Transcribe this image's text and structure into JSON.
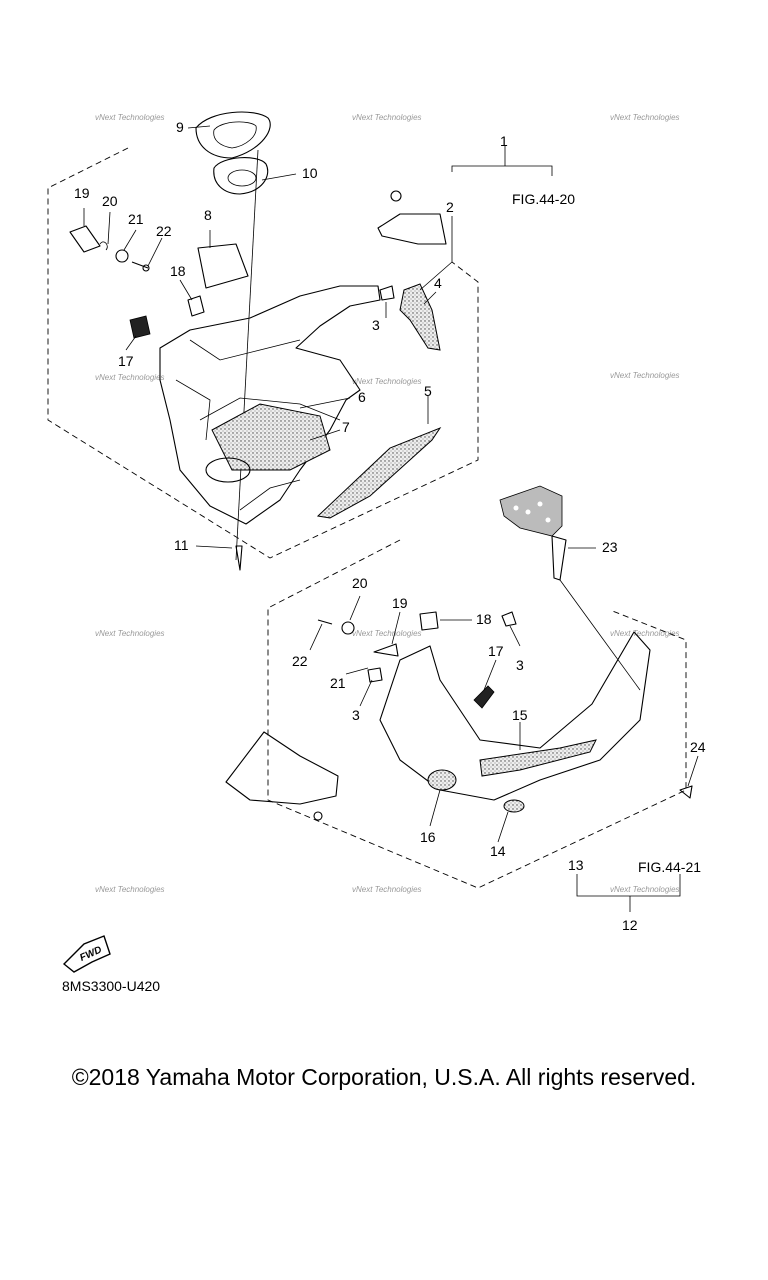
{
  "callouts": [
    "1",
    "2",
    "3",
    "4",
    "5",
    "6",
    "7",
    "8",
    "9",
    "10",
    "11",
    "17",
    "18",
    "19",
    "20",
    "21",
    "22",
    "20",
    "19",
    "18",
    "23",
    "3",
    "22",
    "21",
    "3",
    "17",
    "15",
    "24",
    "16",
    "14",
    "13",
    "12"
  ],
  "fig_refs": [
    "FIG.44-20",
    "FIG.44-21"
  ],
  "fwd_label": "FWD",
  "watermark": "vNext Technologies",
  "diagram_code": "8MS3300-U420",
  "copyright": "©2018 Yamaha Motor Corporation, U.S.A. All rights reserved."
}
